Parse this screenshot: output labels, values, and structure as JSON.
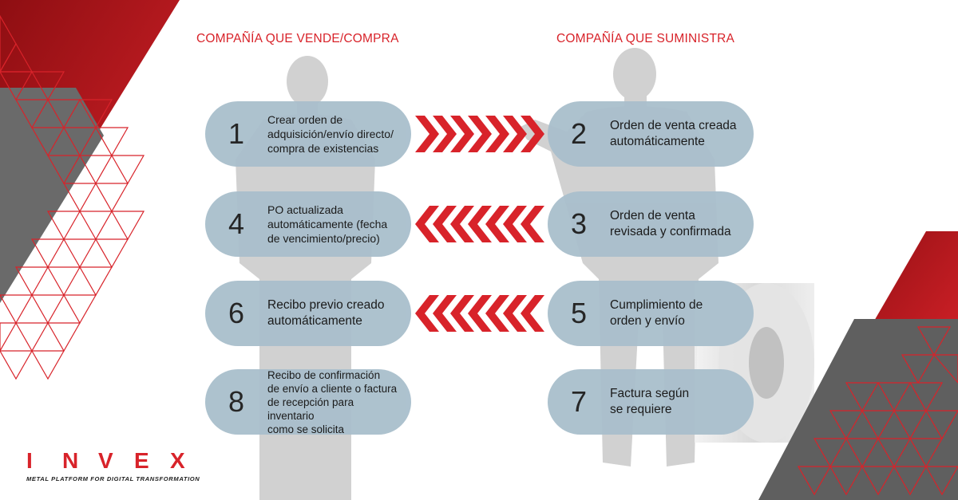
{
  "colors": {
    "accent": "#d8232a",
    "pill": "#a9bfcc",
    "dark_gray": "#5f5f5f",
    "silhouette": "#c9c9c9"
  },
  "headers": {
    "left": "COMPAÑÍA QUE VENDE/COMPRA",
    "right": "COMPAÑÍA QUE SUMINISTRA"
  },
  "left_steps": [
    {
      "number": "1",
      "lines": [
        "Crear orden de",
        "adquisición/envío directo/",
        "compra de existencias"
      ]
    },
    {
      "number": "4",
      "lines": [
        "PO actualizada",
        "automáticamente (fecha",
        "de vencimiento/precio)"
      ]
    },
    {
      "number": "6",
      "lines": [
        "Recibo previo creado",
        "automáticamente"
      ]
    },
    {
      "number": "8",
      "lines": [
        "Recibo de confirmación",
        "de envío a cliente o factura",
        "de recepción para inventario",
        "como se solicita"
      ]
    }
  ],
  "right_steps": [
    {
      "number": "2",
      "lines": [
        "Orden de venta creada",
        "automáticamente"
      ]
    },
    {
      "number": "3",
      "lines": [
        "Orden de venta",
        "revisada y confirmada"
      ]
    },
    {
      "number": "5",
      "lines": [
        "Cumplimiento de",
        "orden y envío"
      ]
    },
    {
      "number": "7",
      "lines": [
        "Factura según",
        "se requiere"
      ]
    }
  ],
  "arrows": [
    {
      "direction": "right",
      "count": 7
    },
    {
      "direction": "left",
      "count": 7
    },
    {
      "direction": "left",
      "count": 7
    }
  ],
  "logo": {
    "letters": [
      "I",
      "N",
      "V",
      "E",
      "X"
    ],
    "tagline": "METAL PLATFORM FOR DIGITAL TRANSFORMATION"
  }
}
